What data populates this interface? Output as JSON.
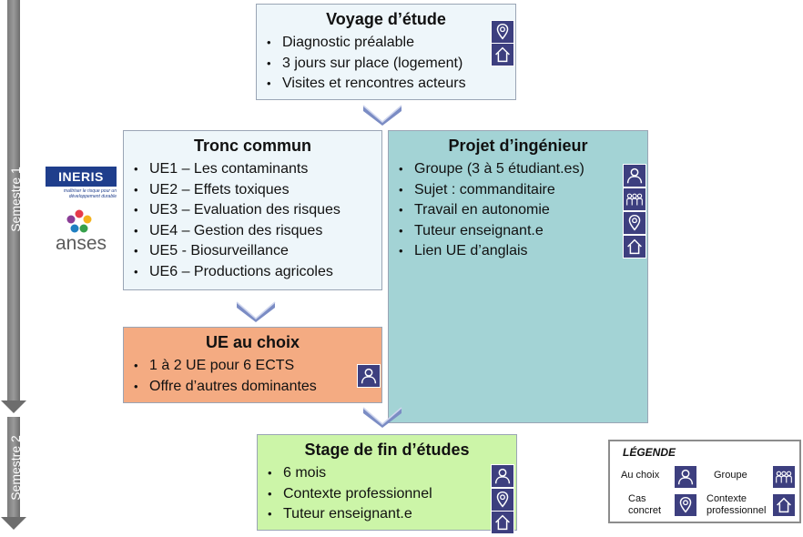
{
  "semesters": [
    {
      "label": "Semestre 1"
    },
    {
      "label": "Semestre 2"
    }
  ],
  "voyage": {
    "title": "Voyage d’étude",
    "items": [
      "Diagnostic préalable",
      "3 jours sur place (logement)",
      "Visites et rencontres acteurs"
    ]
  },
  "tronc": {
    "title": "Tronc commun",
    "items": [
      "UE1 – Les contaminants",
      "UE2 – Effets toxiques",
      "UE3 – Evaluation des risques",
      "UE4 – Gestion des risques",
      "UE5 - Biosurveillance",
      "UE6 – Productions agricoles"
    ]
  },
  "projet": {
    "title": "Projet d’ingénieur",
    "items": [
      "Groupe (3 à 5 étudiant.es)",
      "Sujet : commanditaire",
      "Travail en autonomie",
      "Tuteur enseignant.e",
      "Lien UE d’anglais"
    ]
  },
  "ue_choix": {
    "title": "UE au choix",
    "items": [
      "1 à 2 UE pour 6 ECTS",
      "Offre d’autres dominantes"
    ]
  },
  "stage": {
    "title": "Stage de fin d’études",
    "items": [
      "6 mois",
      "Contexte professionnel",
      "Tuteur enseignant.e"
    ]
  },
  "logos": {
    "ineris": "INERIS",
    "ineris_tagline": "maîtriser le risque pour un développement durable",
    "anses": "anses"
  },
  "legend": {
    "title": "LÉGENDE",
    "au_choix": "Au choix",
    "groupe": "Groupe",
    "cas_concret_1": "Cas",
    "cas_concret_2": "concret",
    "contexte_1": "Contexte",
    "contexte_2": "professionnel"
  },
  "colors": {
    "voyage": "#eef6fa",
    "tronc": "#eef6fa",
    "projet": "#a3d3d5",
    "ue_choix": "#f4ab82",
    "stage": "#ccf5a8",
    "icon": "#3d3f7f",
    "chevron": "#7b8cc4"
  },
  "icons": [
    "person-icon",
    "group-icon",
    "location-pin-icon",
    "house-icon"
  ]
}
